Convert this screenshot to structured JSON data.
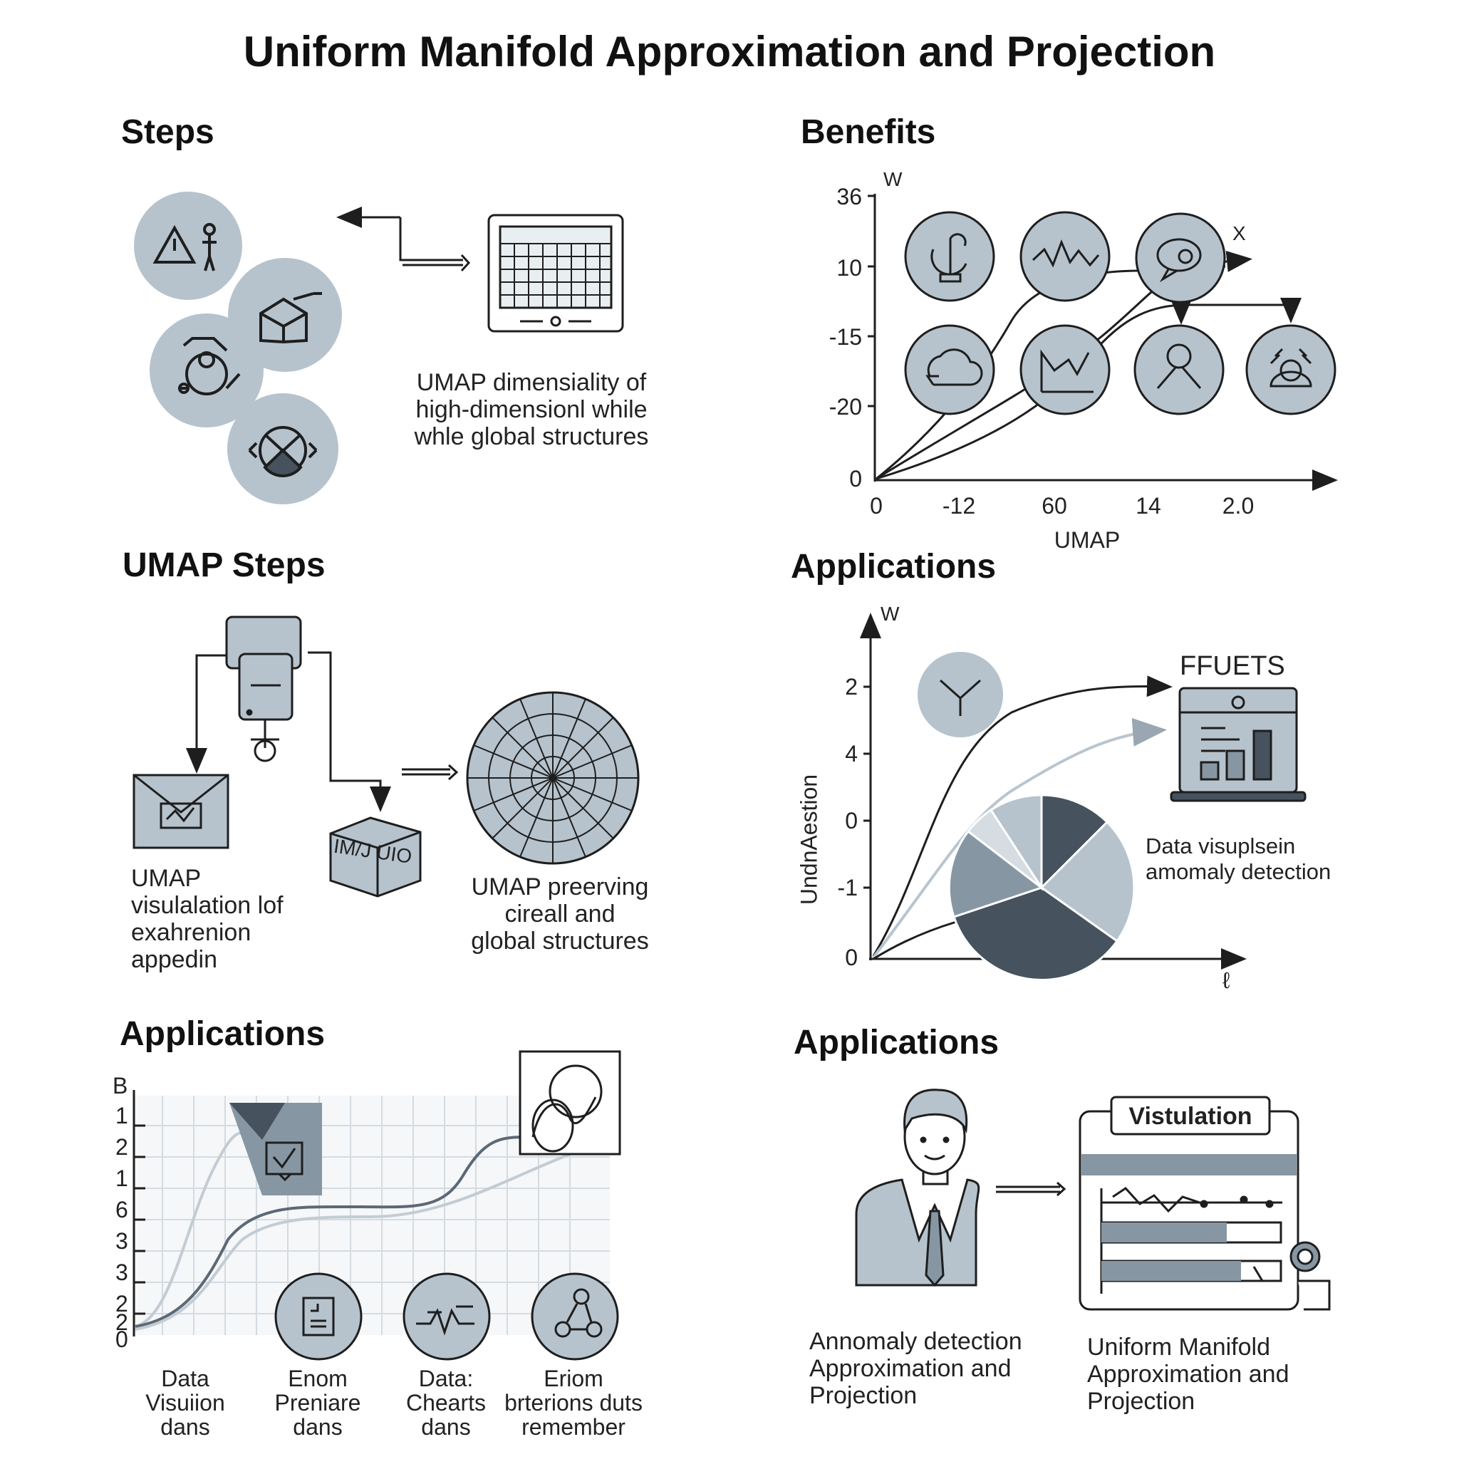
{
  "title": "Uniform Manifold Approximation and Projection",
  "steps": {
    "heading": "Steps",
    "caption": [
      "UMAP dimensiality of",
      "high-dimensionl while",
      "whle global structures"
    ]
  },
  "benefits": {
    "heading": "Benefits",
    "y_label": "W",
    "x_end_label": "X",
    "x_axis_title": "UMAP",
    "y_ticks": [
      "36",
      "10",
      "-15",
      "-20",
      "0"
    ],
    "x_ticks": [
      "0",
      "-12",
      "60",
      "14",
      "2.0"
    ]
  },
  "umap_steps": {
    "heading": "UMAP Steps",
    "cube_text": "IM/J UIO",
    "caption_left": [
      "UMAP",
      "visulalation lof",
      "exahrenion",
      "appedin"
    ],
    "caption_right": [
      "UMAP preerving",
      "cireall and",
      "global structures"
    ]
  },
  "applications_chart": {
    "heading": "Applications",
    "y_label": "W",
    "x_end_label": "ℓ",
    "y_axis_title": "UndnAestion",
    "y_ticks": [
      "2",
      "4",
      "0",
      "-1",
      "0"
    ],
    "box_label": "FFUETS",
    "caption": [
      "Data visuplsein",
      "amomaly detection"
    ]
  },
  "applications_grid": {
    "heading": "Applications",
    "y_ticks": [
      "B",
      "1",
      "2",
      "1",
      "6",
      "3",
      "3",
      "2",
      "2",
      "0"
    ],
    "icon_labels": [
      [
        "Data",
        "Visuiion",
        "dans"
      ],
      [
        "Enom",
        "Preniare",
        "dans"
      ],
      [
        "Data:",
        "Chearts",
        "dans"
      ],
      [
        "Eriom",
        "brterions duts",
        "remember"
      ]
    ]
  },
  "applications_person": {
    "heading": "Applications",
    "doc_title": "Vistulation",
    "caption_left": [
      "Annomaly detection",
      "Approximation and",
      "Projection"
    ],
    "caption_right": [
      "Uniform Manifold",
      "Approximation and",
      "Projection"
    ]
  },
  "colors": {
    "circle_fill": "#b6c3cd",
    "dark_slate": "#46525e",
    "mid_slate": "#8796a3",
    "light_line": "#b9c5ce",
    "stroke": "#1e1e1e"
  }
}
